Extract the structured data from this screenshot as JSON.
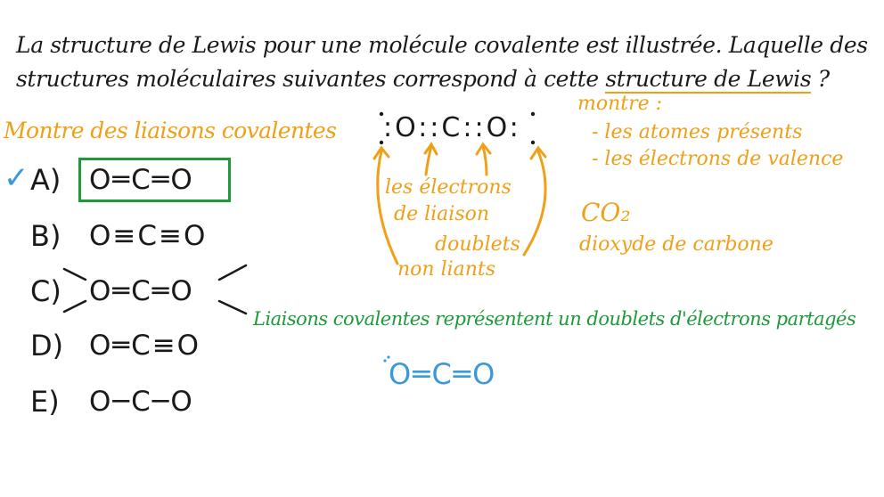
{
  "question": {
    "part1": "La structure de Lewis pour une molécule covalente est illustrée. Laquelle des structures moléculaires suivantes correspond à cette ",
    "highlight": "structure de Lewis",
    "part2": " ?"
  },
  "heading": "Montre des liaisons covalentes",
  "check_mark": "✓",
  "options": [
    {
      "letter": "A)",
      "formula": "O═C═O"
    },
    {
      "letter": "B)",
      "formula": "O≡C≡O"
    },
    {
      "letter": "C)",
      "formula": "O═C═O"
    },
    {
      "letter": "D)",
      "formula": "O═C≡O"
    },
    {
      "letter": "E)",
      "formula": "O─C─O"
    }
  ],
  "lewis_structure": ":O::C::O:",
  "electron_labels": {
    "line1": "les électrons",
    "line2": "de liaison",
    "line3": "doublets",
    "line4": "non liants"
  },
  "shows": {
    "title": "montre :",
    "item1": "- les atomes présents",
    "item2": "- les électrons de valence"
  },
  "molecule": {
    "formula": "CO₂",
    "name": "dioxyde de carbone"
  },
  "covalent_note": "Liaisons covalentes représentent un doublets d'électrons partagés",
  "answer_structure": "O═C═O",
  "colors": {
    "orange": "#f0a018",
    "green": "#1e9a3a",
    "blue": "#3a9ad9",
    "dark": "#1a1a1a"
  }
}
